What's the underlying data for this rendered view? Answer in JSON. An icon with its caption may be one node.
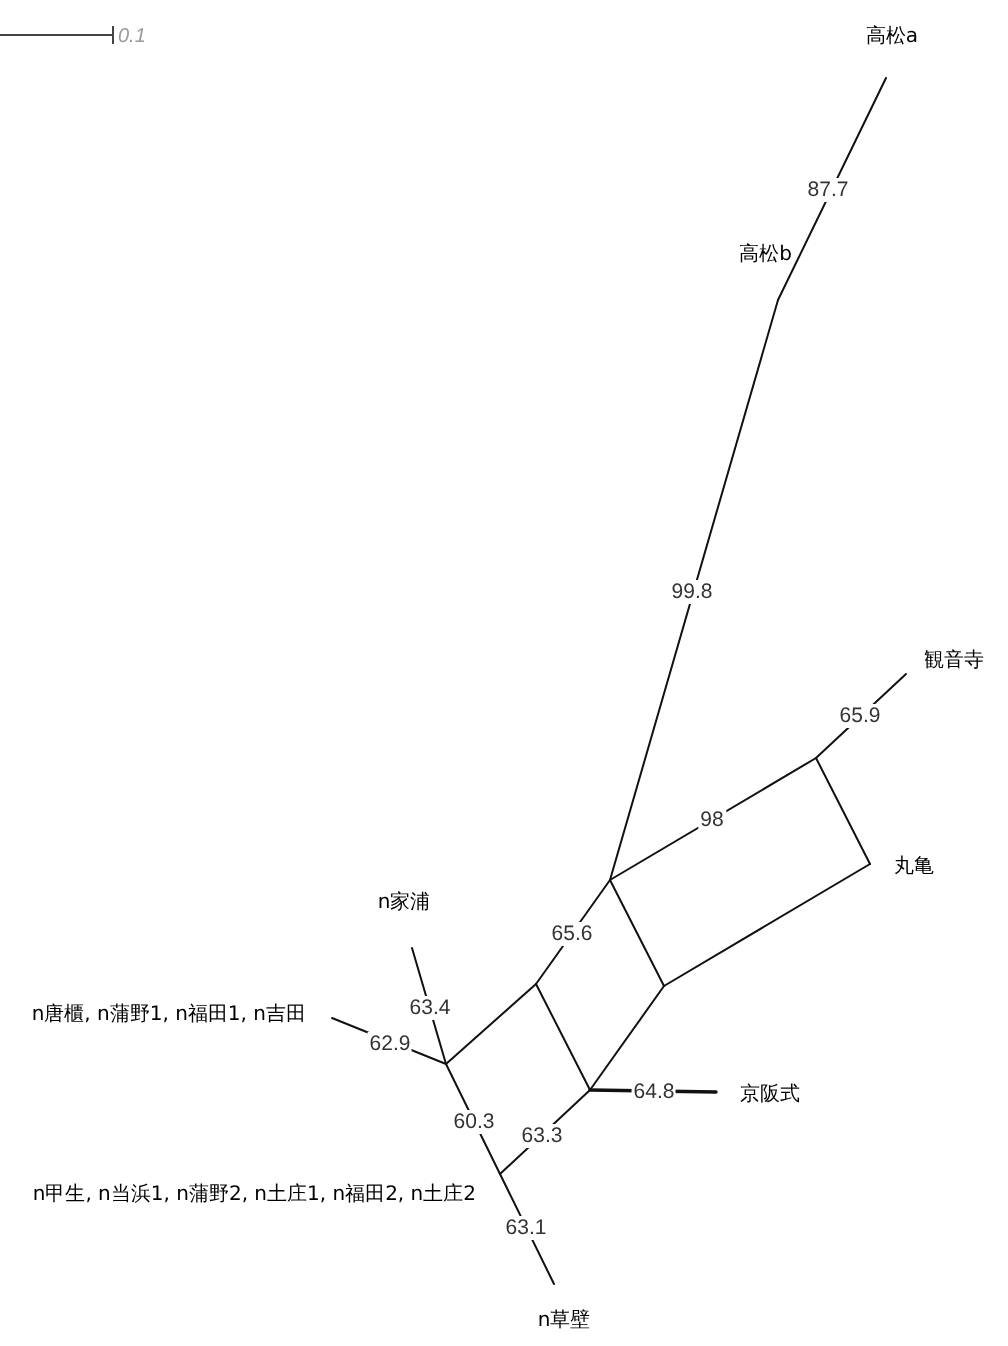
{
  "diagram": {
    "labels": [
      "0.1",
      "高松a",
      "87.7",
      "高松b",
      "99.8",
      "観音寺",
      "65.9",
      "98",
      "丸亀",
      "n家浦",
      "65.6",
      "63.4",
      "n唐櫃, n蒲野1, n福田1, n吉田",
      "62.9",
      "64.8",
      "京阪式",
      "60.3",
      "63.3",
      "n甲生, n当浜1, n蒲野2, n土庄1, n福田2, n土庄2",
      "63.1",
      "n草壁"
    ]
  }
}
